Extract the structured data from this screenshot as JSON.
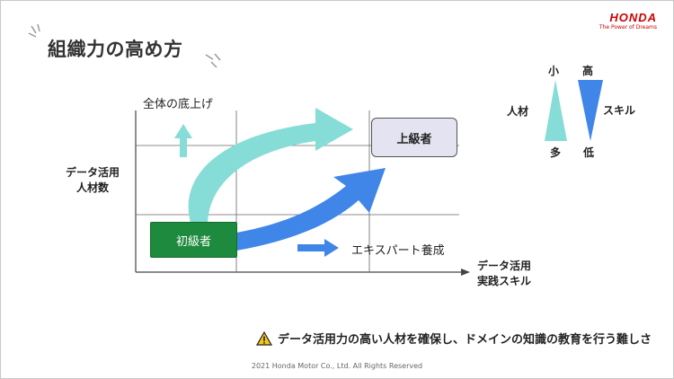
{
  "header": {
    "title": "組織力の高め方",
    "logo": {
      "name": "HONDA",
      "tagline": "The Power of Dreams"
    }
  },
  "diagram": {
    "y_axis_label_line1": "データ活用",
    "y_axis_label_line2": "人材数",
    "x_axis_label_line1": "データ活用",
    "x_axis_label_line2": "実践スキル",
    "beginner_label": "初級者",
    "advanced_label": "上級者",
    "raise_base_label": "全体の底上げ",
    "expert_training_label": "エキスパート養成",
    "colors": {
      "teal_arrow": "#86dcd6",
      "blue_arrow": "#3f86e8",
      "beginner_box": "#1e8a3e",
      "advanced_box": "#e3e3f1"
    }
  },
  "legend": {
    "people_label": "人材",
    "skill_label": "スキル",
    "few_label": "小",
    "many_label": "多",
    "high_label": "高",
    "low_label": "低"
  },
  "bottom_message": {
    "icon": "warning-icon",
    "text": "データ活用力の高い人材を確保し、ドメインの知識の教育を行う難しさ"
  },
  "footer": {
    "copyright": "2021 Honda Motor Co., Ltd. All Rights Reserved"
  }
}
